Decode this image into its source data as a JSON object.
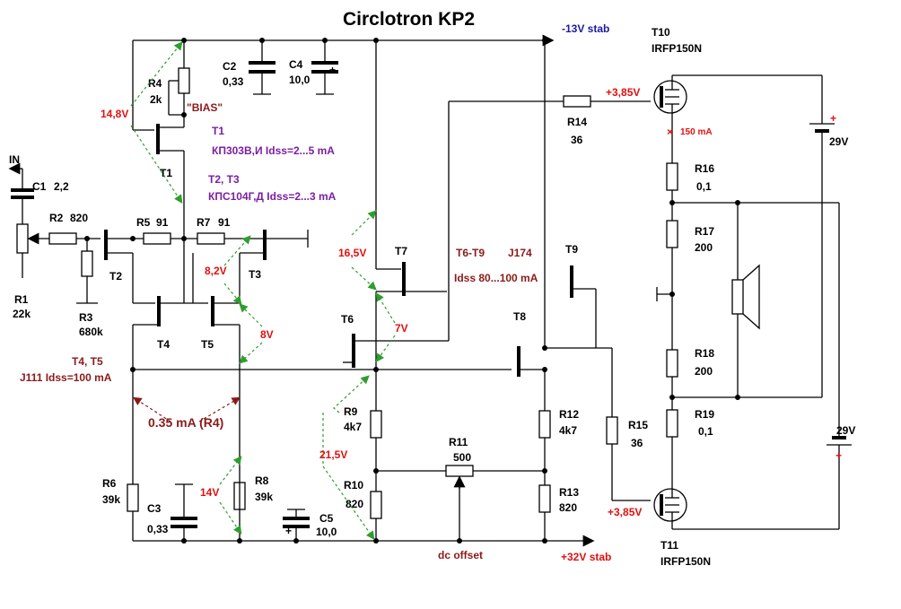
{
  "title": "Circlotron KP2",
  "rails": {
    "neg": "-13V stab",
    "pos": "+32V stab"
  },
  "labels": {
    "T10": "T10",
    "T10_type": "IRFP150N",
    "T11": "T11",
    "T11_type": "IRFP150N",
    "C2": "C2",
    "C2_val": "0,33",
    "C4": "C4",
    "C4_val": "10,0",
    "R4": "R4",
    "R4_val": "2k",
    "bias": "\"BIAS\"",
    "T1_hdr": "T1",
    "T1_desc": "КП303В,И   Idss=2...5 mA",
    "T1": "T1",
    "T23_hdr": "T2, T3",
    "T23_desc": "КПС104Г,Д   Idss=2...3 mA",
    "IN": "IN",
    "C1": "C1",
    "C1_val": "2,2",
    "R2": "R2",
    "R2_val": "820",
    "R5": "R5",
    "R5_val": "91",
    "R7": "R7",
    "R7_val": "91",
    "R1": "R1",
    "R1_val": "22k",
    "R3": "R3",
    "R3_val": "680k",
    "T2": "T2",
    "T3": "T3",
    "T4": "T4",
    "T5": "T5",
    "T45_hdr": "T4, T5",
    "J111_desc": "J111   Idss=100 mA",
    "T6": "T6",
    "T7": "T7",
    "T8": "T8",
    "T9": "T9",
    "T69_hdr": "T6-T9",
    "J174": "J174",
    "T69_desc": "Idss   80...100 mA",
    "R14": "R14",
    "R14_val": "36",
    "R15": "R15",
    "R15_val": "36",
    "R16": "R16",
    "R16_val": "0,1",
    "R17": "R17",
    "R17_val": "200",
    "R18": "R18",
    "R18_val": "200",
    "R19": "R19",
    "R19_val": "0,1",
    "bat_top": "29V",
    "bat_bot": "29V",
    "R6": "R6",
    "R6_val": "39k",
    "C3": "C3",
    "C3_val": "0,33",
    "R8": "R8",
    "R8_val": "39k",
    "C5": "C5",
    "C5_val": "10,0",
    "R9": "R9",
    "R9_val": "4k7",
    "R10": "R10",
    "R10_val": "820",
    "R11": "R11",
    "R11_val": "500",
    "R12": "R12",
    "R12_val": "4k7",
    "R13": "R13",
    "R13_val": "820",
    "dc_offset": "dc offset",
    "plus": "+"
  },
  "measurements": {
    "v14_8": "14,8V",
    "v3_85_top": "+3,85V",
    "i150": "150 mA",
    "v16_5": "16,5V",
    "v8_2": "8,2V",
    "v8": "8V",
    "v7": "7V",
    "i035": "0.35 mA (R4)",
    "v21_5": "21,5V",
    "v14": "14V",
    "v3_85_bot": "+3,85V"
  },
  "colors": {
    "measure": "#e01010",
    "purple": "#7b1fa2",
    "rail": "#1a1aa0",
    "arrow_green": "#2e9e2e",
    "arrow_brown": "#8b1a1a"
  }
}
